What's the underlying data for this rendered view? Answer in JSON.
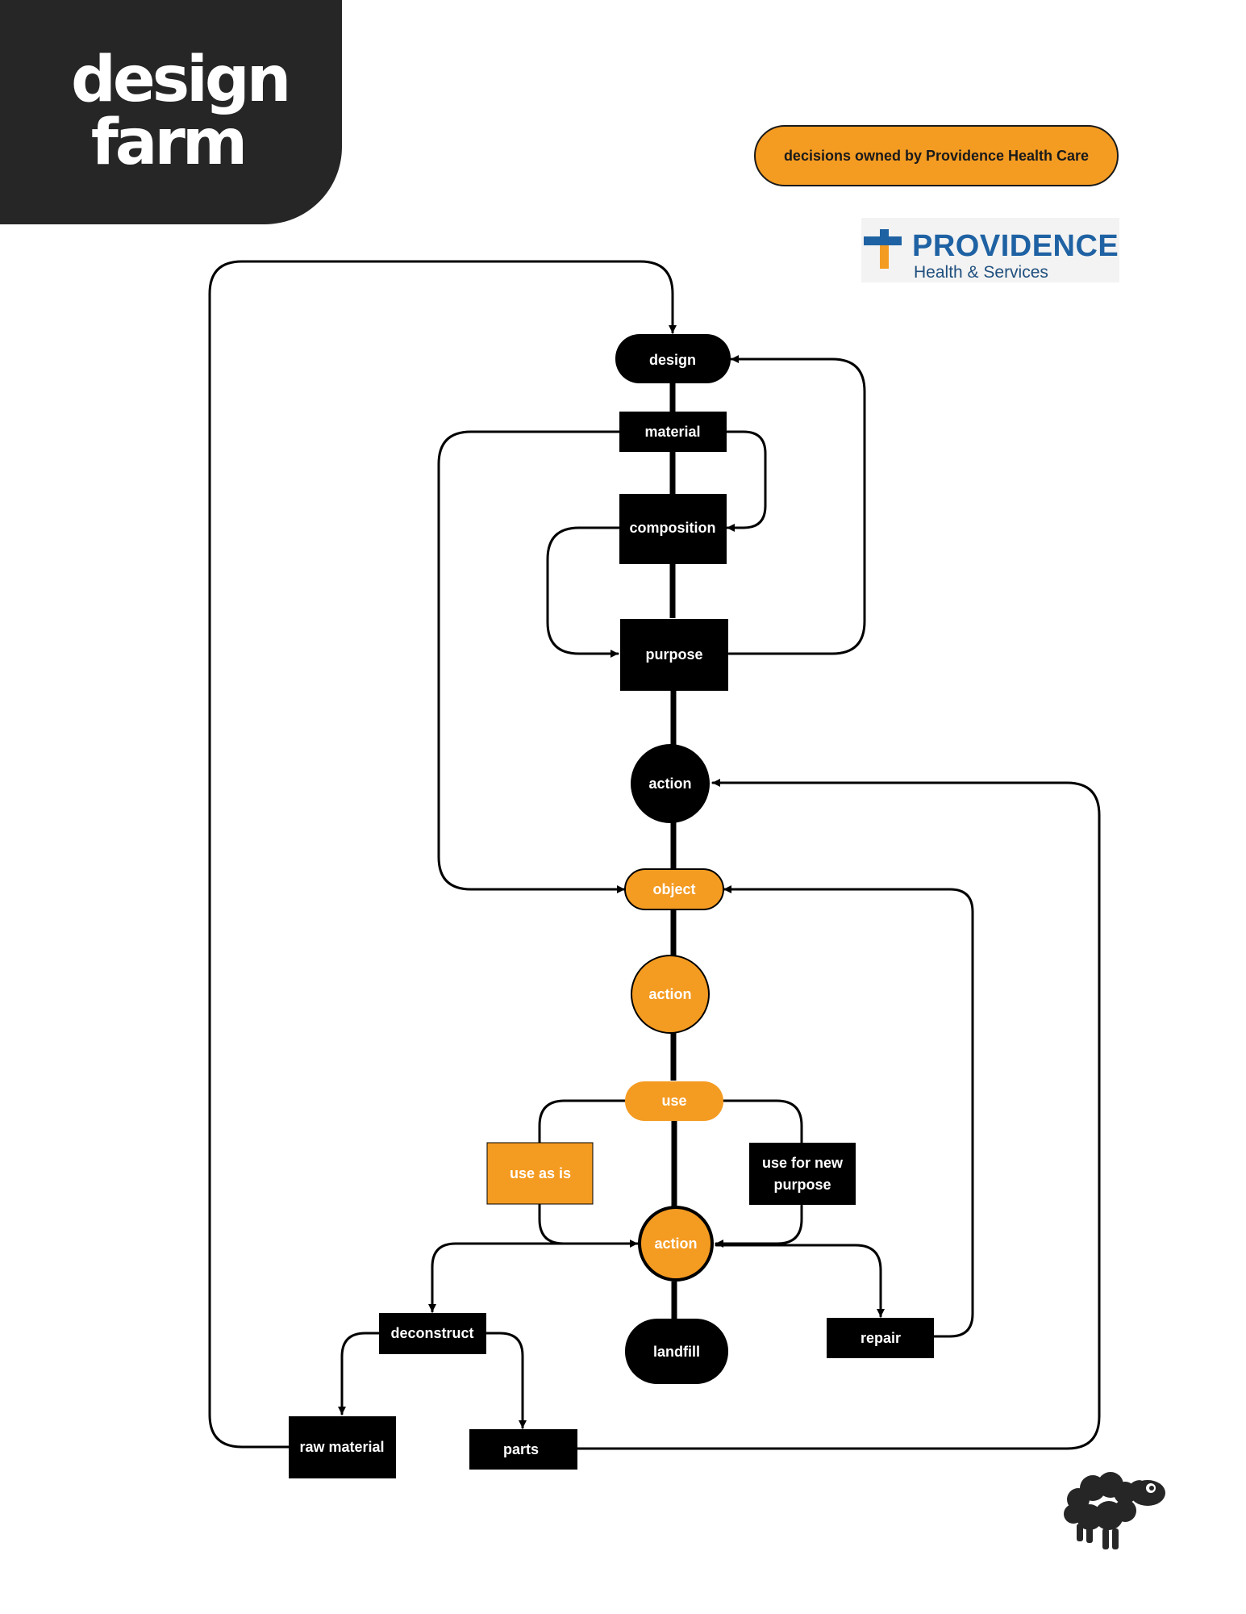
{
  "brand": {
    "line1": "design",
    "line2": "farm"
  },
  "legend": {
    "label": "decisions owned by Providence Health Care",
    "color": "#f49b22"
  },
  "logo": {
    "name": "PROVIDENCE",
    "sub": "Health & Services",
    "colors": {
      "blue": "#1f62a3",
      "orange": "#f49b22"
    }
  },
  "colors": {
    "dark": "#000000",
    "accent": "#f49b22",
    "brand_bg": "#262626"
  },
  "nodes": {
    "design": "design",
    "material": "material",
    "composition": "composition",
    "purpose": "purpose",
    "action_1": "action",
    "object": "object",
    "action_2": "action",
    "use": "use",
    "use_as_is": "use as is",
    "use_new_line1": "use for new",
    "use_new_line2": "purpose",
    "action_3": "action",
    "deconstruct": "deconstruct",
    "landfill": "landfill",
    "repair": "repair",
    "raw_material": "raw material",
    "parts": "parts"
  },
  "mascot": {
    "icon": "sheep-icon"
  }
}
